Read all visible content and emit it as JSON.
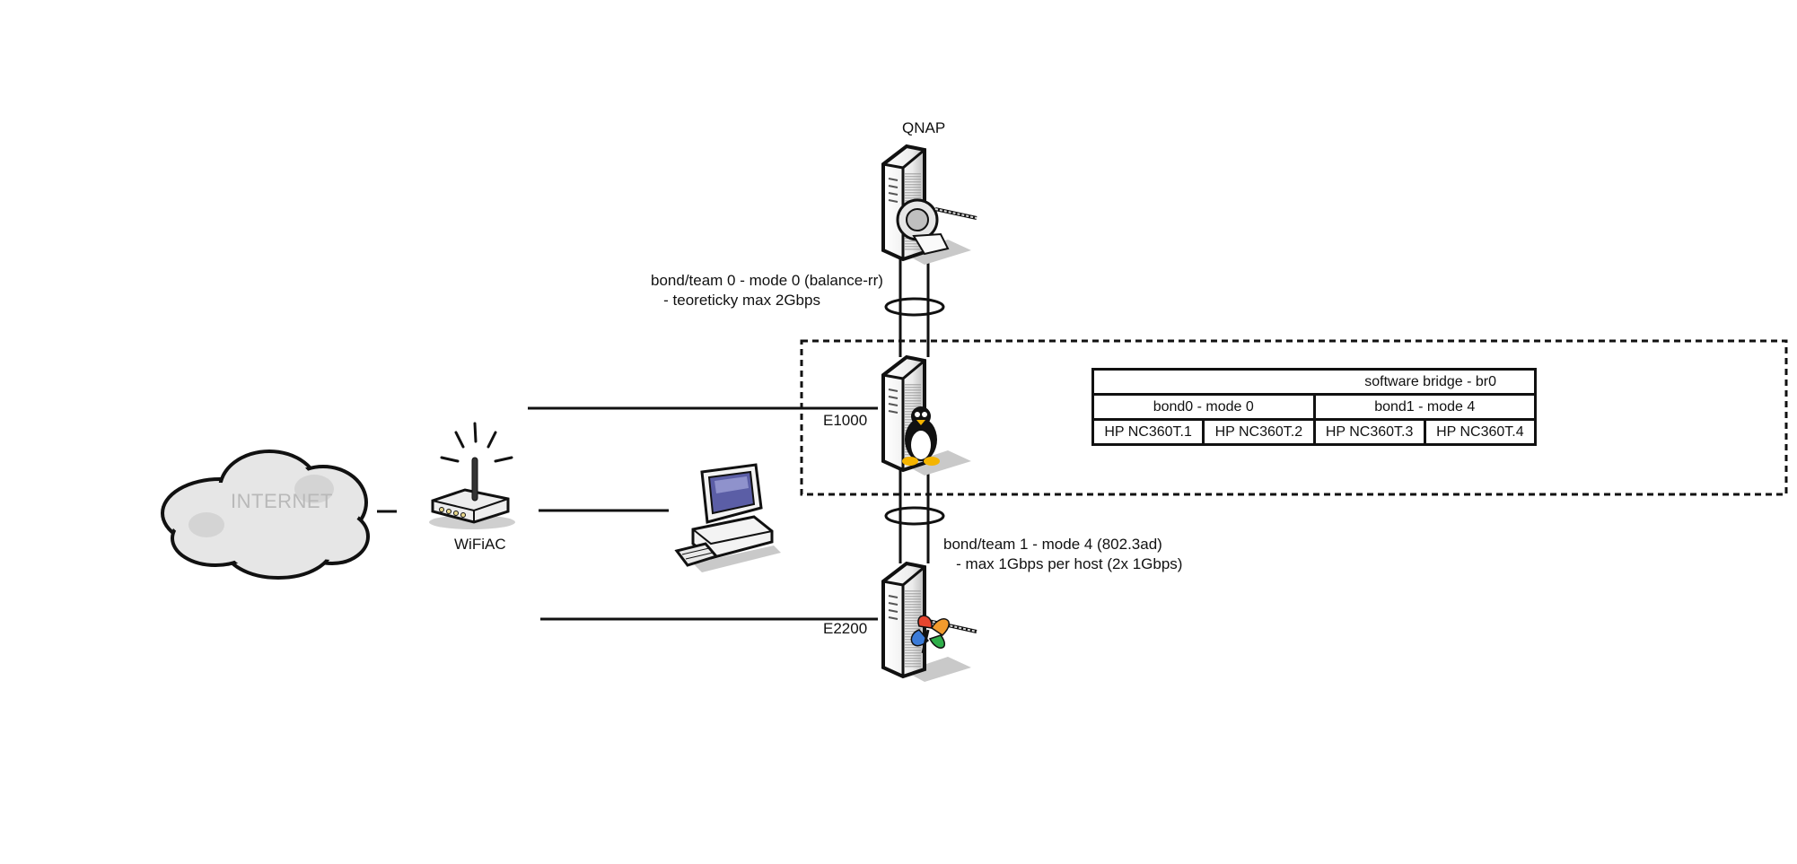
{
  "nodes": {
    "internet": {
      "label": "INTERNET",
      "icon": "cloud-icon"
    },
    "wifi": {
      "label": "WiFiAC",
      "icon": "wifi-router-icon"
    },
    "workstation": {
      "icon": "desktop-computer-icon"
    },
    "qnap": {
      "label": "QNAP",
      "icon": "nas-server-icon"
    },
    "e1000": {
      "label": "E1000",
      "icon": "linux-server-icon"
    },
    "e2200": {
      "label": "E2200",
      "icon": "windows-server-icon"
    }
  },
  "bonds": {
    "team0": {
      "line1": "bond/team 0 - mode 0 (balance-rr)",
      "line2": "   - teoreticky max 2Gbps"
    },
    "team1": {
      "line1": "bond/team 1 - mode 4 (802.3ad)",
      "line2": "   - max 1Gbps per host (2x 1Gbps)"
    }
  },
  "bridge_table": {
    "title": "software bridge - br0",
    "bonds": [
      "bond0 - mode 0",
      "bond1 - mode 4"
    ],
    "nics": [
      "HP NC360T.1",
      "HP NC360T.2",
      "HP NC360T.3",
      "HP NC360T.4"
    ]
  },
  "colors": {
    "line": "#111111",
    "server_fill": "#f2f2f2",
    "cloud_fill": "#e6e6e6",
    "screen": "#5b5ea6"
  }
}
